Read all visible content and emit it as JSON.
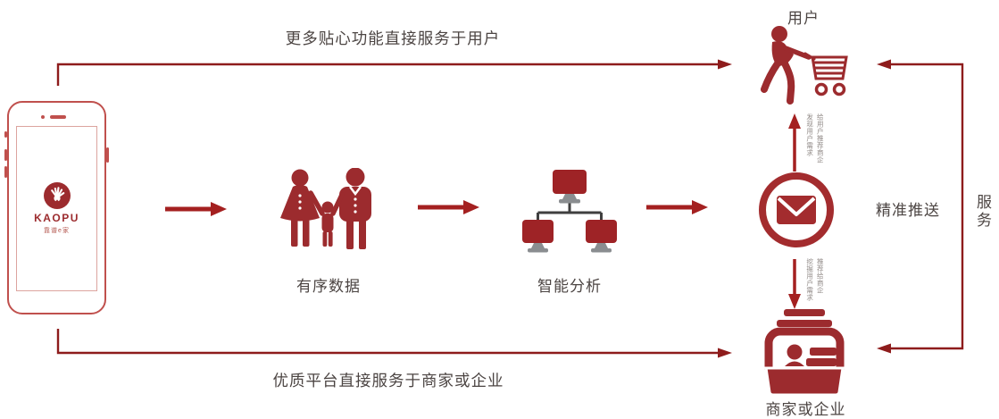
{
  "diagram": {
    "phone": {
      "logo_brand": "KAOPU",
      "logo_sub": "靠谱e家"
    },
    "top_flow_label": "更多贴心功能直接服务于用户",
    "bottom_flow_label": "优质平台直接服务于商家或企业",
    "nodes": {
      "data": {
        "label": "有序数据"
      },
      "analysis": {
        "label": "智能分析"
      }
    },
    "user": {
      "label": "用户"
    },
    "merchant": {
      "label": "商家或企业"
    },
    "push_label": "精准推送",
    "service_label": "服务",
    "up_arrow_note": {
      "line1": "给用户推荐商企",
      "line2": "发现用户需求"
    },
    "down_arrow_note": {
      "line1": "推荐给商企",
      "line2": "挖掘用户需求"
    },
    "colors": {
      "brand_red": "#9c2b2e",
      "arrow_red": "#a42020",
      "line_red": "#8e1c1c",
      "text_dark": "#4c4543"
    }
  }
}
